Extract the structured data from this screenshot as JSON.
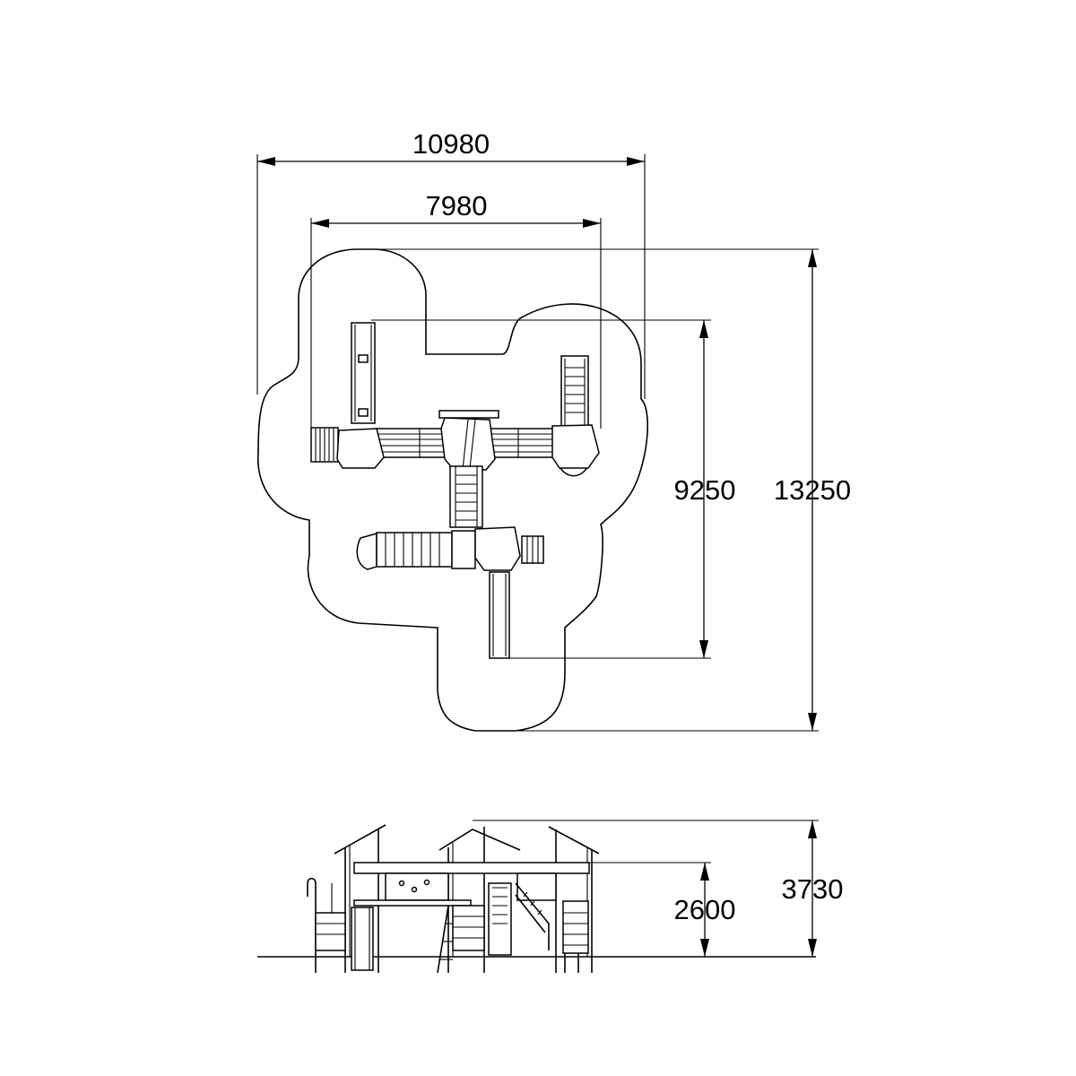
{
  "dimensions": {
    "overall_width": "10980",
    "structure_width": "7980",
    "structure_depth": "9250",
    "overall_depth": "13250",
    "platform_height": "2600",
    "total_height": "3730"
  }
}
